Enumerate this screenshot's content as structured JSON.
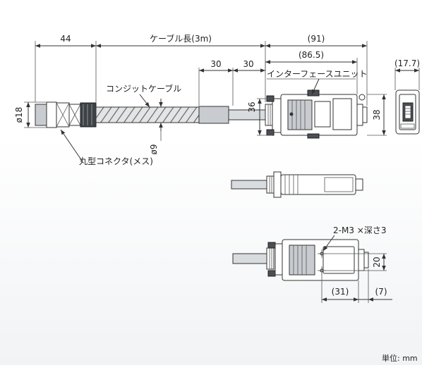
{
  "dimensions": {
    "d44": "44",
    "cable_length": "ケーブル長(3m)",
    "d91": "(91)",
    "d86_5": "(86.5)",
    "d17_7": "(17.7)",
    "d30a": "30",
    "d30b": "30",
    "d36": "36",
    "d38": "38",
    "d18": "ø18",
    "d9": "ø9",
    "d20": "20",
    "d31": "(31)",
    "d7": "(7)"
  },
  "labels": {
    "interface_unit": "インターフェースユニット",
    "conduit_cable": "コンジットケーブル",
    "round_connector": "丸型コネクタ(メス)",
    "mount_holes": "2-M3 ×深さ3",
    "unit_note": "単位: mm"
  },
  "colors": {
    "line": "#333333",
    "cable_fill": "#d9dcdf",
    "connector_fill": "#c8ccd0"
  }
}
